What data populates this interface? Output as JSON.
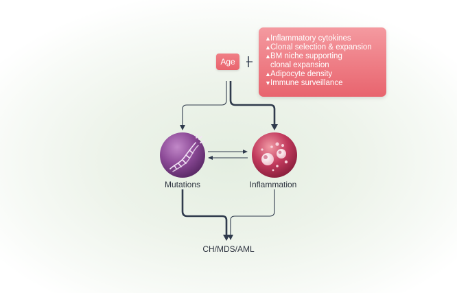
{
  "nodes": {
    "age": "Age",
    "mutations": "Mutations",
    "inflammation": "Inflammation",
    "outcome": "CH/MDS/AML"
  },
  "age_effects": [
    {
      "direction": "up",
      "glyph": "▲",
      "text": "Inflammatory cytokines"
    },
    {
      "direction": "up",
      "glyph": "▲",
      "text": "Clonal selection & expansion"
    },
    {
      "direction": "up",
      "glyph": "▲",
      "text": "BM niche supporting\nclonal expansion"
    },
    {
      "direction": "up",
      "glyph": "▲",
      "text": "Adipocyte density"
    },
    {
      "direction": "down",
      "glyph": "▼",
      "text": "Immune surveillance"
    }
  ],
  "colors": {
    "box": "#ee7c84",
    "mutations_sphere": "#8c4a97",
    "inflammation_sphere": "#c23a5d",
    "line": "#2f3a4c"
  },
  "icons": {
    "mutations": "dna-icon",
    "inflammation": "cells-icon"
  }
}
